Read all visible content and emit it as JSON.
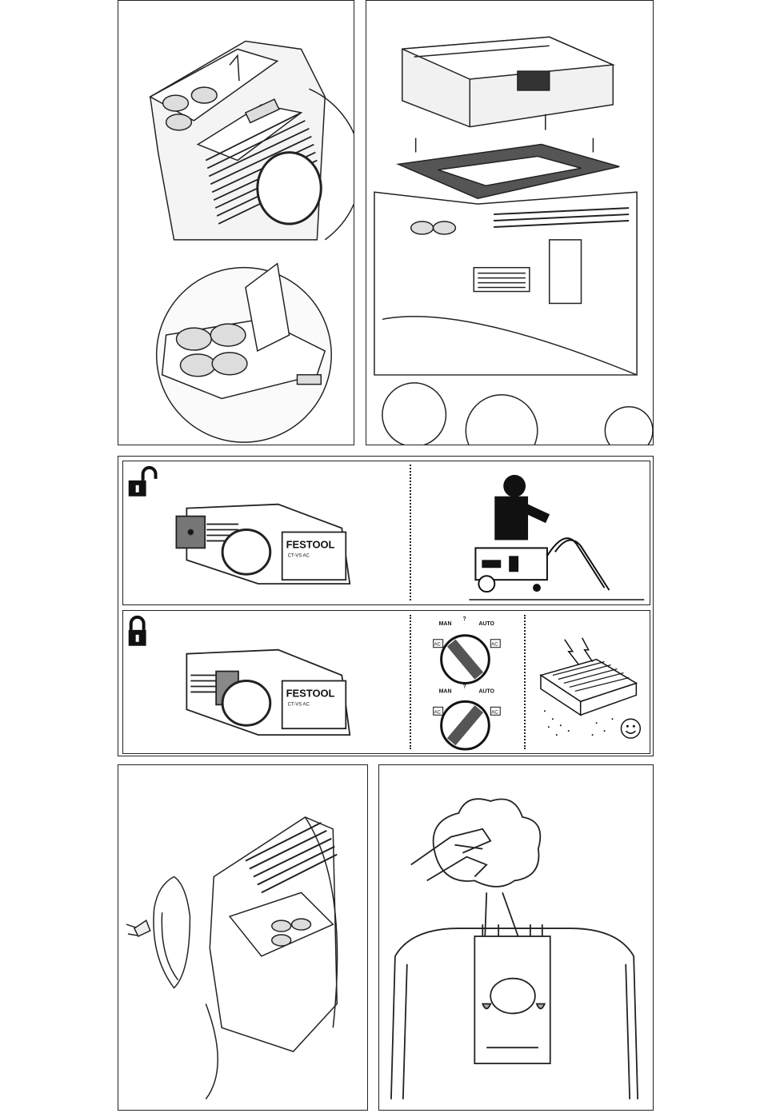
{
  "figures": [
    {
      "id": "top-left"
    },
    {
      "id": "top-right"
    },
    {
      "id": "middle"
    },
    {
      "id": "bottom-left"
    },
    {
      "id": "bottom-right"
    }
  ],
  "brand_label": "FESTOOL",
  "model_label": "CT-VS AC",
  "dial": {
    "label_left": "MAN",
    "label_top": "?",
    "label_right": "AUTO",
    "badge": "AC"
  },
  "icons": [
    "unlock-icon",
    "lock-icon",
    "smiley-icon",
    "double-arrow-icon"
  ]
}
